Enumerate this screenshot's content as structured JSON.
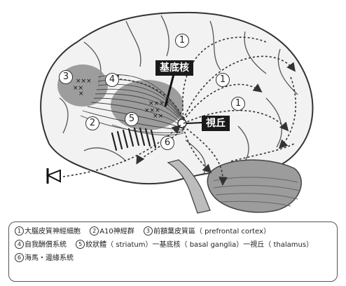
{
  "labels": {
    "basal_ganglia": "基底核",
    "thalamus": "視丘"
  },
  "markers": [
    "1",
    "2",
    "3",
    "4",
    "5",
    "6"
  ],
  "legend": {
    "items": [
      {
        "num": "1",
        "text": "大腦皮質神經細胞"
      },
      {
        "num": "2",
        "text": "A10神經群"
      },
      {
        "num": "3",
        "text": "前額葉皮質區（ prefrontal cortex）"
      },
      {
        "num": "4",
        "text": "自我酬償系統"
      },
      {
        "num": "5",
        "text": "紋狀體（ striatum）一基底核（ basal ganglia）一視丘（ thalamus）"
      },
      {
        "num": "6",
        "text": "海馬・邊緣系統"
      }
    ]
  }
}
